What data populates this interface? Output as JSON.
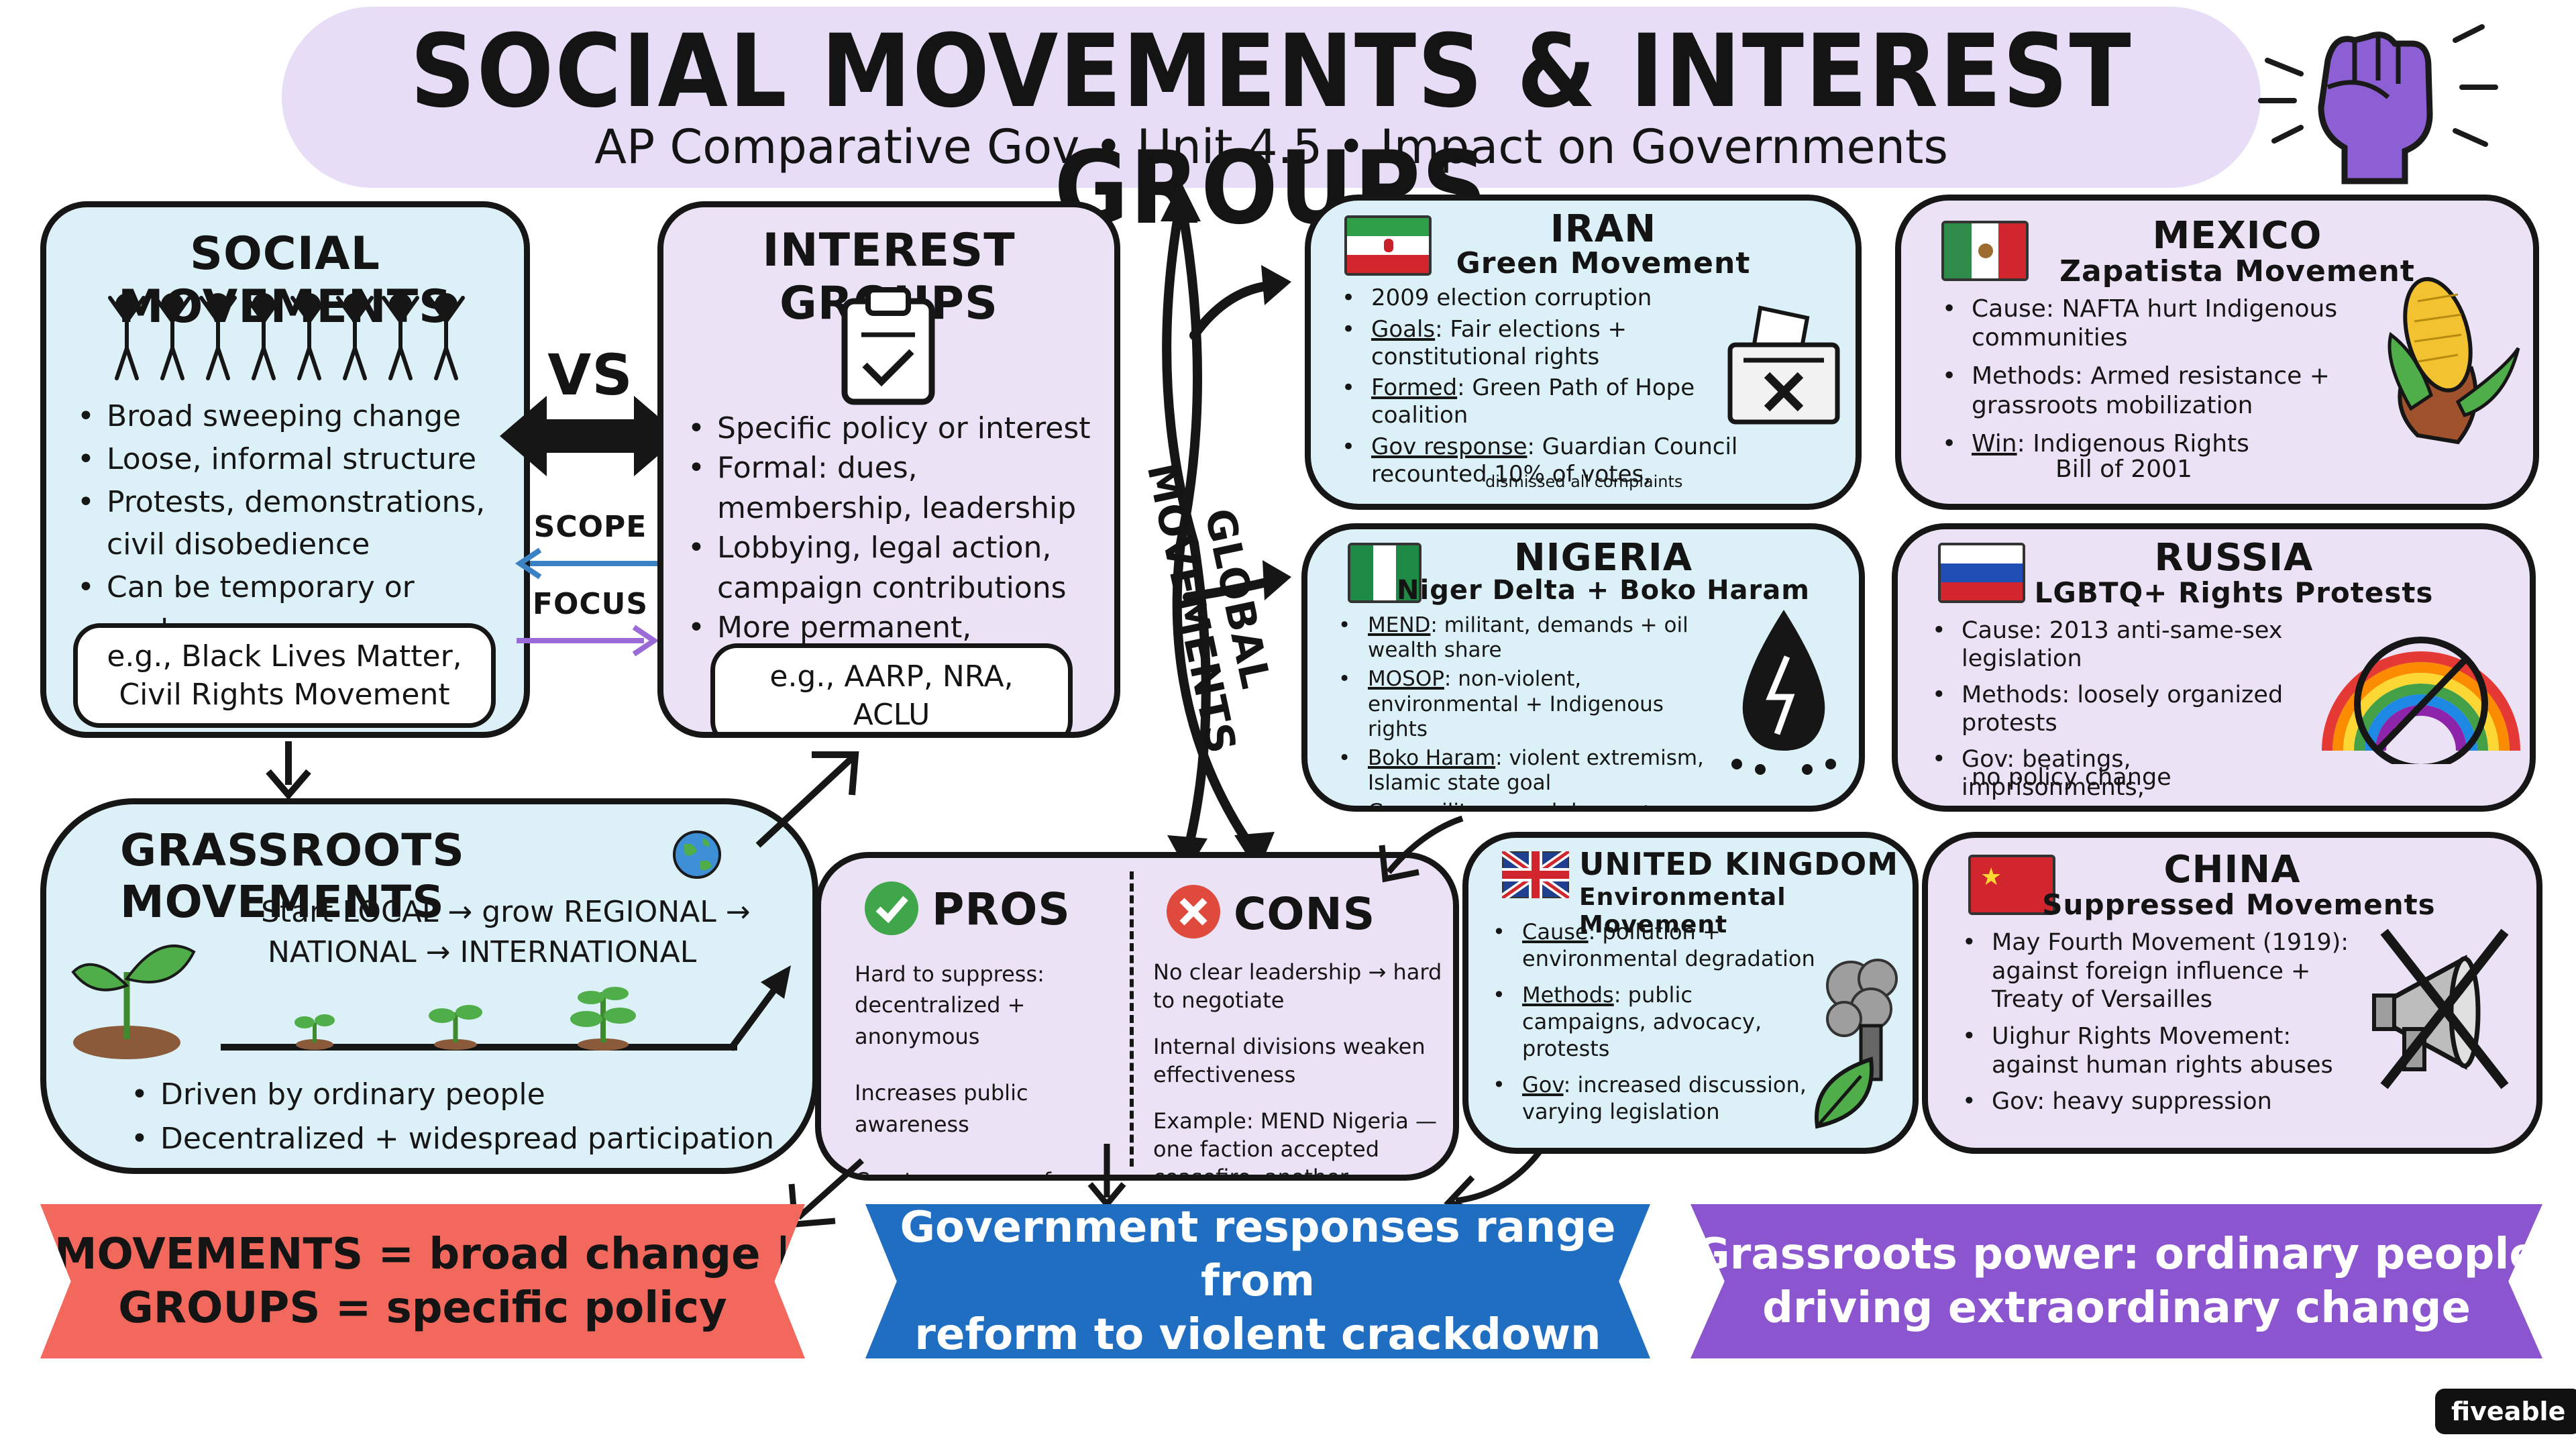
{
  "header": {
    "title": "SOCIAL MOVEMENTS & INTEREST GROUPS",
    "subtitle": "AP Comparative Gov • Unit 4.5 • Impact on Governments"
  },
  "social_movements": {
    "title": "SOCIAL MOVEMENTS",
    "bullets": [
      "Broad sweeping change",
      "Loose, informal structure",
      "Protests, demonstrations, civil disobedience",
      "Can be temporary or evolve"
    ],
    "example": "e.g., Black Lives Matter, Civil Rights Movement"
  },
  "versus": {
    "vs": "VS",
    "scope": "SCOPE",
    "focus": "FOCUS"
  },
  "interest_groups": {
    "title": "INTEREST GROUPS",
    "bullets": [
      "Specific policy or interest",
      "Formal: dues, membership, leadership",
      "Lobbying, legal action, campaign contributions",
      "More permanent, established"
    ],
    "example": "e.g., AARP, NRA, ACLU"
  },
  "global_label": "GLOBAL MOVEMENTS",
  "grassroots": {
    "title": "GRASSROOTS MOVEMENTS",
    "line1": "Start LOCAL → grow REGIONAL →",
    "line2": "NATIONAL → INTERNATIONAL",
    "bullets": [
      "Driven by ordinary people",
      "Decentralized + widespread participation"
    ]
  },
  "pros": {
    "title": "PROS",
    "items": [
      "Hard to suppress: decentralized + anonymous",
      "Increases public awareness",
      "Creates pressure for change"
    ]
  },
  "cons": {
    "title": "CONS",
    "items": [
      "No clear leadership → hard to negotiate",
      "Internal divisions weaken effectiveness",
      "Example: MEND Nigeria — one faction accepted ceasefire, another continued attacks"
    ],
    "example_label": "Example:"
  },
  "iran": {
    "country": "IRAN",
    "movement": "Green Movement",
    "b1": "2009 election corruption",
    "goals_label": "Goals",
    "goals": ": Fair elections + constitutional rights",
    "formed_label": "Formed",
    "formed": ": Green Path of Hope coalition",
    "gov_label": "Gov response",
    "gov": ": Guardian Council recounted 10% of votes,",
    "gov_note": "dismissed all complaints"
  },
  "mexico": {
    "country": "MEXICO",
    "movement": "Zapatista Movement",
    "b1": "Cause: NAFTA hurt Indigenous communities",
    "b2": "Methods: Armed resistance + grassroots mobilization",
    "win_label": "Win",
    "win": ": Indigenous Rights",
    "win2": "Bill of 2001"
  },
  "nigeria": {
    "country": "NIGERIA",
    "movement": "Niger Delta + Boko Haram",
    "mend_label": "MEND",
    "mend": ": militant, demands + oil wealth share",
    "mosop_label": "MOSOP",
    "mosop": ": non-violent, environmental + Indigenous rights",
    "boko_label": "Boko Haram",
    "boko": ": violent extremism, Islamic state goal",
    "gov_label": "Gov",
    "gov": ": military crackdowns + negotiations"
  },
  "russia": {
    "country": "RUSSIA",
    "movement": "LGBTQ+ Rights Protests",
    "b1": "Cause: 2013 anti-same-sex legislation",
    "b2": "Methods: loosely organized protests",
    "b3": "Gov: beatings, imprisonments,",
    "b3b": "no policy change"
  },
  "uk": {
    "country": "UNITED KINGDOM",
    "movement": "Environmental Movement",
    "cause_label": "Cause",
    "cause": ": pollution + environmental degradation",
    "methods_label": "Methods",
    "methods": ": public campaigns, advocacy, protests",
    "gov_label": "Gov",
    "gov": ": increased discussion, varying legislation"
  },
  "china": {
    "country": "CHINA",
    "movement": "Suppressed Movements",
    "b1": "May Fourth Movement (1919): against foreign influence + Treaty of Versailles",
    "b2": "Uighur Rights Movement: against human rights abuses",
    "b3": "Gov: heavy suppression"
  },
  "ribbons": {
    "left": "MOVEMENTS = broad change | GROUPS = specific policy",
    "left1": "MOVEMENTS = broad change |",
    "left2": "GROUPS = specific policy",
    "mid1": "Government responses range from",
    "mid2": "reform to violent crackdown",
    "right1": "Grassroots power: ordinary people",
    "right2": "driving extraordinary change"
  },
  "brand": "fiveable",
  "colors": {
    "blue_panel": "#dcf1f7",
    "lavender_panel": "#ebe2f6",
    "ribbon_red": "#f2685c",
    "ribbon_blue": "#1f6ec2",
    "ribbon_purple": "#8a55cf",
    "arrow_blue": "#3b82c4",
    "arrow_purple": "#9a6ad6"
  }
}
